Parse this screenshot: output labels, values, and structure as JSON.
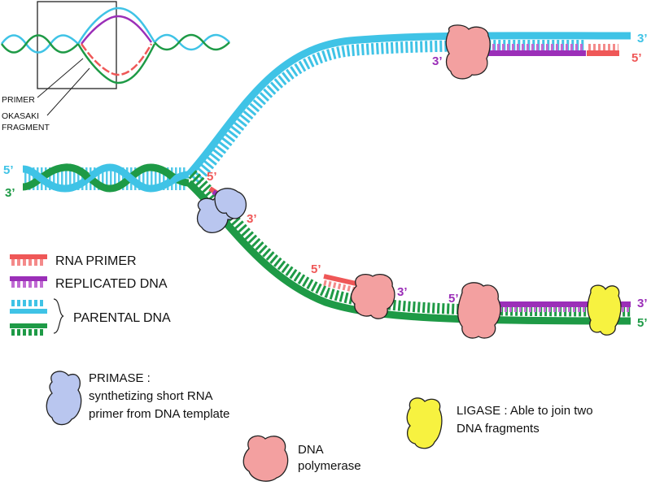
{
  "colors": {
    "parental": "#3fc3e6",
    "template_green": "#1e9a46",
    "replicated": "#9b2fb8",
    "primer": "#ef5757",
    "primase": "#b9c6ef",
    "polymerase": "#f3a0a0",
    "ligase": "#f7f240"
  },
  "inset": {
    "primer_label": "PRIMER",
    "okazaki_line1": "OKASAKI",
    "okazaki_line2": "FRAGMENT"
  },
  "ends": {
    "left_top": "5’",
    "left_bottom": "3’",
    "top_right_3": "3’",
    "top_right_5": "5’",
    "top_right_inner_3": "3’",
    "lower_primer_5": "5’",
    "lower_primer_3": "3’",
    "mid_primer_5": "5’",
    "mid_primer_3": "3’",
    "bottom_frag_5": "5’",
    "bottom_right_3": "3’",
    "bottom_right_5": "5’"
  },
  "legend": {
    "rna_primer": "RNA PRIMER",
    "replicated_dna": "REPLICATED DNA",
    "parental_dna": "PARENTAL DNA"
  },
  "enzymes": {
    "primase_title": "PRIMASE :",
    "primase_desc1": "synthetizing short RNA",
    "primase_desc2": "primer from DNA template",
    "polymerase_line1": "DNA",
    "polymerase_line2": "polymerase",
    "ligase_line1": "LIGASE : Able to join two",
    "ligase_line2": "DNA fragments"
  }
}
